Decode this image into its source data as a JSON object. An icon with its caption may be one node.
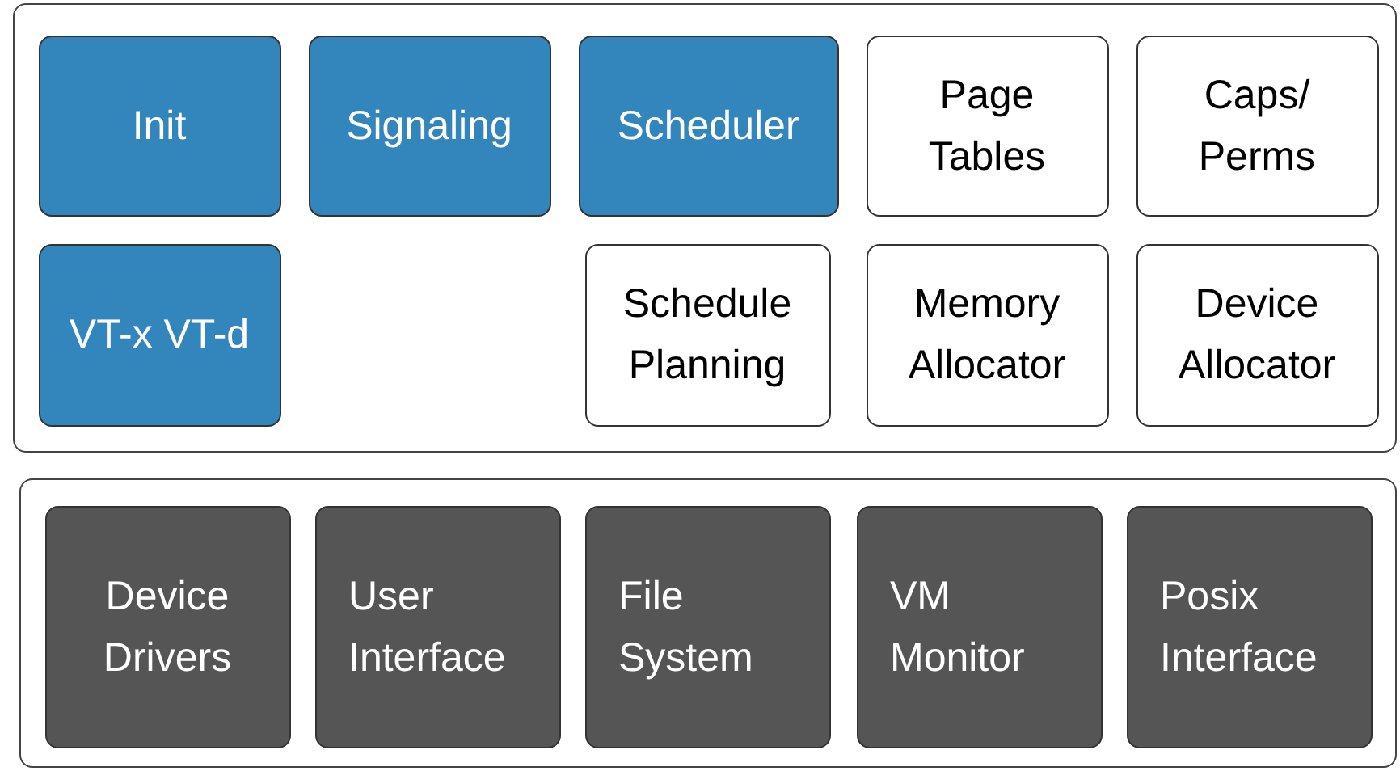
{
  "diagram": {
    "nodes": [
      {
        "text": [],
        "shape": "box"
      },
      {
        "text": [
          "Init"
        ],
        "in": 0
      },
      {
        "text": [
          "Signaling"
        ],
        "in": 0
      },
      {
        "text": [
          "Scheduler"
        ],
        "in": 0
      },
      {
        "text": [
          "Page Tables"
        ],
        "in": 0
      },
      {
        "text": [
          "Caps/ Perms"
        ],
        "in": 0
      },
      {
        "text": [
          "VT-x VT-d"
        ],
        "in": 0
      },
      {
        "text": [
          "Schedule Planning"
        ],
        "in": 0
      },
      {
        "text": [
          "Memory Allocator"
        ],
        "in": 0
      },
      {
        "text": [
          "Device Allocator"
        ],
        "in": 0
      },
      {
        "text": [],
        "shape": "box"
      },
      {
        "text": [
          "Device Drivers"
        ],
        "in": 10
      },
      {
        "text": [
          "User Interface"
        ],
        "in": 10
      },
      {
        "text": [
          "File System"
        ],
        "in": 10
      },
      {
        "text": [
          "VM Monitor"
        ],
        "in": 10
      },
      {
        "text": [
          "Posix Interface"
        ],
        "in": 10
      }
    ]
  }
}
